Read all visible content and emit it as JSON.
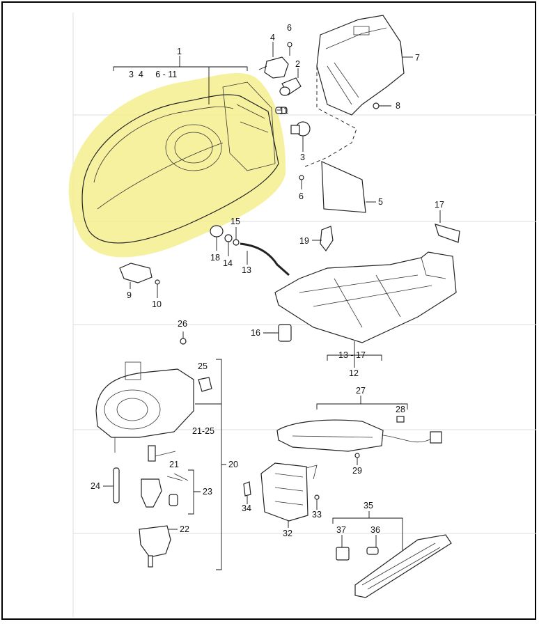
{
  "diagram": {
    "highlight_color": "#f5ef8e",
    "line_color": "#111111",
    "callouts": {
      "c1": "1",
      "c1_sub": "3  4     6 - 11",
      "c2": "2",
      "c3": "3",
      "c4": "4",
      "c5": "5",
      "c6a": "6",
      "c6b": "6",
      "c7": "7",
      "c8": "8",
      "c9": "9",
      "c10": "10",
      "c11": "11",
      "c12": "12",
      "c13": "13",
      "c13_17": "13 - 17",
      "c14": "14",
      "c15": "15",
      "c16": "16",
      "c17": "17",
      "c18": "18",
      "c19": "19",
      "c20": "20",
      "c21": "21",
      "c21_25": "21-25",
      "c22": "22",
      "c23": "23",
      "c24": "24",
      "c25": "25",
      "c26": "26",
      "c27": "27",
      "c28": "28",
      "c29": "29",
      "c32": "32",
      "c33": "33",
      "c34": "34",
      "c35": "35",
      "c36": "36",
      "c37": "37"
    }
  }
}
